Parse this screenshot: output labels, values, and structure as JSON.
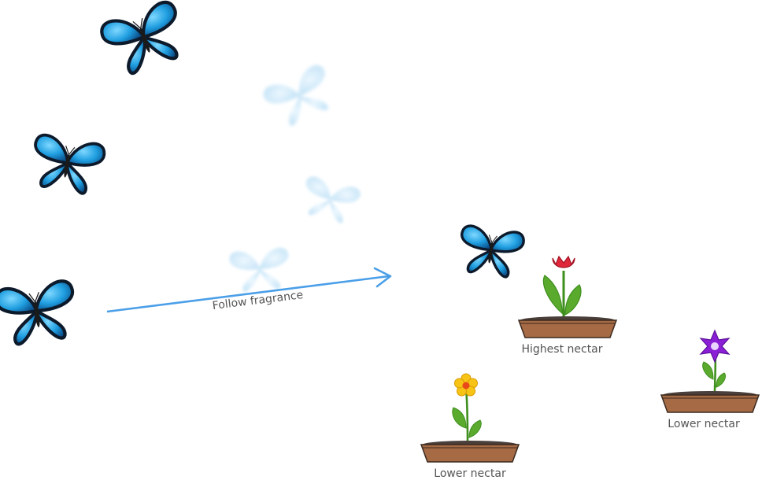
{
  "arrow": {
    "label": "Follow fragrance",
    "color": "#4a9fe8"
  },
  "pots": [
    {
      "flower": "tulip",
      "caption": "Highest nectar",
      "petal_color": "#e0263a"
    },
    {
      "flower": "daisy",
      "caption": "Lower nectar",
      "petal_color": "#f7c416"
    },
    {
      "flower": "star-flower",
      "caption": "Lower nectar",
      "petal_color": "#8a1fd6"
    }
  ],
  "colors": {
    "butterfly_wing": "#2aa6e0",
    "butterfly_edge": "#0d1a2b",
    "pot": "#a66a44",
    "soil": "#4a3f3a",
    "leaf": "#5aaa2e"
  }
}
